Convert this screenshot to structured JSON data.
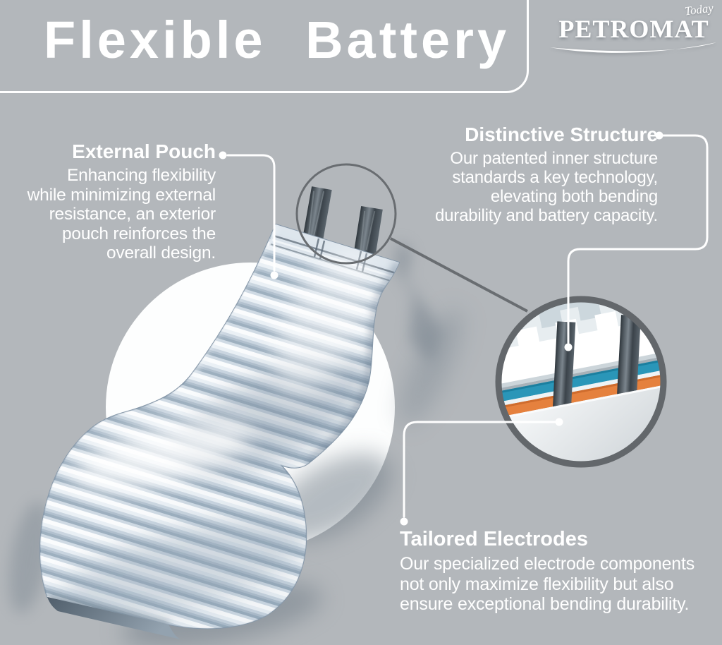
{
  "title": "Flexible Battery",
  "logo": {
    "brand": "PETROMAT",
    "tagline": "Today"
  },
  "callouts": {
    "external_pouch": {
      "heading": "External Pouch",
      "body": "Enhancing flexibility\nwhile minimizing external\nresistance, an exterior\npouch reinforces the\noverall design."
    },
    "distinctive_structure": {
      "heading": "Distinctive Structure",
      "body": "Our patented inner structure\nstandards a key technology,\nelevating both bending\ndurability and battery capacity."
    },
    "tailored_electrodes": {
      "heading": "Tailored Electrodes",
      "body": "Our specialized electrode components\nnot only maximize flexibility but also\nensure exceptional bending durability."
    }
  },
  "colors": {
    "background": "#b3b7bb",
    "text": "#ffffff",
    "connector_white": "#ffffff",
    "connector_gray": "#696d71",
    "circle_border": "#63676b",
    "teal_layer": "#2a96b8",
    "orange_layer": "#e5813e",
    "tab_dark": "#434b52"
  }
}
